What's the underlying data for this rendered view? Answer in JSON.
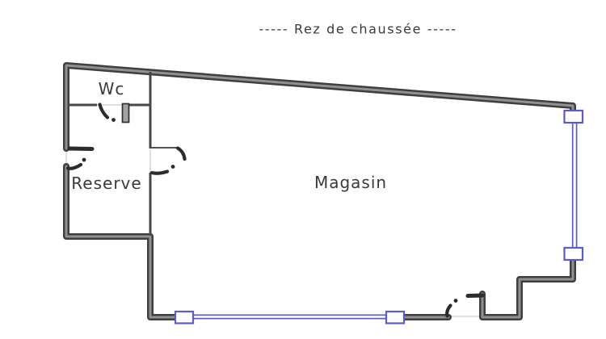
{
  "title": "-----  Rez de chaussée  -----",
  "rooms": {
    "wc": {
      "label": "Wc"
    },
    "reserve": {
      "label": "Reserve"
    },
    "magasin": {
      "label": "Magasin"
    }
  },
  "legend": {
    "window_symbol": "blue double line with end boxes",
    "door_symbol": "dashed quarter-circle swing with leaf"
  },
  "colors": {
    "wall": "#3f3f3f",
    "wall_core": "#919191",
    "window": "#5c5cc4",
    "text": "#3a3a3a"
  }
}
